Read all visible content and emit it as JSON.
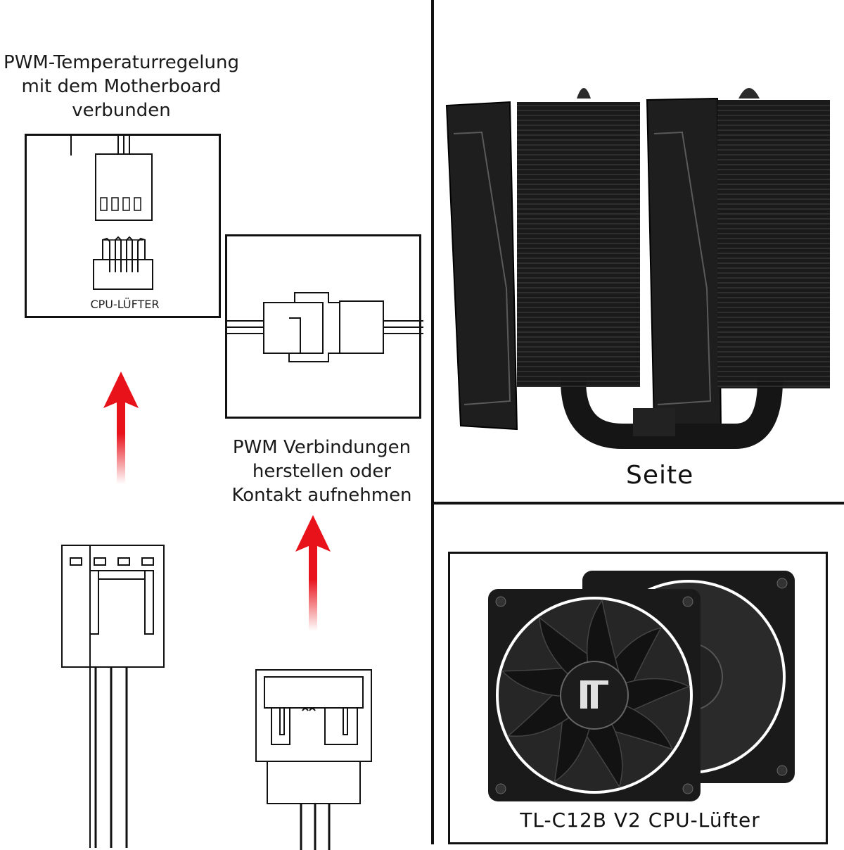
{
  "left": {
    "pwm_caption_lines": [
      "PWM-Temperaturregelung",
      "mit dem Motherboard",
      "verbunden"
    ],
    "cpu_fan_label": "CPU-LÜFTER",
    "connect_caption_lines": [
      "PWM Verbindungen",
      "herstellen oder",
      "Kontakt aufnehmen"
    ]
  },
  "right": {
    "side_label": "Seite",
    "fan_label": "TL-C12B V2 CPU-Lüfter"
  },
  "colors": {
    "arrow": "#e8121a",
    "line": "#111111",
    "cooler": "#1c1c1c"
  }
}
